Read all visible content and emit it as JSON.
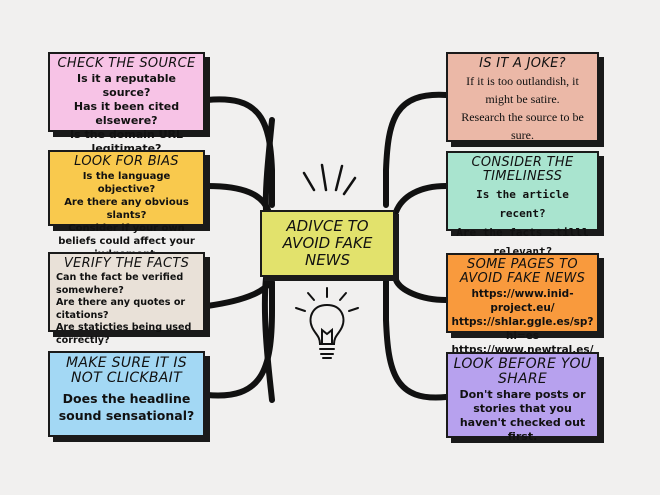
{
  "center": {
    "label": "ADIVCE TO AVOID FAKE NEWS"
  },
  "left_cards": [
    {
      "title": "CHECK THE SOURCE",
      "lines": [
        "Is it a reputable source?",
        "Has it been cited elsewere?",
        "Is the domain URL legitimate?"
      ],
      "color": "#f7c3e6"
    },
    {
      "title": "LOOK FOR BIAS",
      "lines": [
        "Is the language objective?",
        "Are there any obvious slants?",
        "Consider if your own beliefs could affect your judgement."
      ],
      "color": "#f9c94d"
    },
    {
      "title": "VERIFY THE FACTS",
      "lines": [
        "Can the fact be verified somewhere?",
        "Are there any quotes or citations?",
        "Are staticties being used correctly?"
      ],
      "color": "#e9e1d8"
    },
    {
      "title": "MAKE SURE IT IS NOT CLICKBAIT",
      "lines": [
        "Does the headline sound sensational?"
      ],
      "color": "#a3d8f4"
    }
  ],
  "right_cards": [
    {
      "title": "IS IT A JOKE?",
      "lines": [
        "If it is too outlandish, it might be satire.",
        "Research the source to be sure."
      ],
      "color": "#ebb8a7"
    },
    {
      "title": "CONSIDER THE TIMELINESS",
      "lines": [
        "Is the article recent?",
        "Are the facts stilll relevant?"
      ],
      "color": "#a9e4cf"
    },
    {
      "title": "SOME PAGES TO AVOID FAKE NEWS",
      "lines": [
        "https://www.inid-project.eu/",
        "https://shlar.ggle.es/sp?hl=es",
        "https://www.newtral.es/"
      ],
      "color": "#f99a3d"
    },
    {
      "title": "LOOK BEFORE YOU SHARE",
      "lines": [
        "Don't share posts or stories that you haven't checked out first."
      ],
      "color": "#b7a1ee"
    }
  ],
  "icons": {
    "center_top": "sparkle-lines-icon",
    "center_bottom": "lightbulb-icon"
  }
}
